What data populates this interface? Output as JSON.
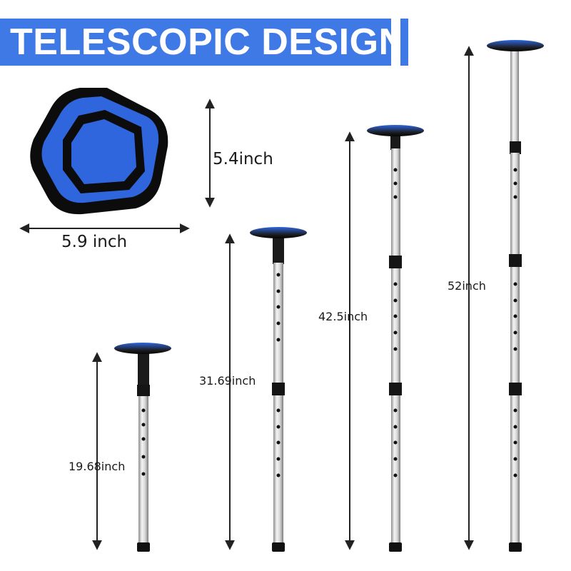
{
  "banner": {
    "title": "TELESCOPIC DESIGN"
  },
  "pad": {
    "width_label": "5.9 inch",
    "height_label": "5.4inch"
  },
  "poles": [
    {
      "label": "19.68inch"
    },
    {
      "label": "31.69inch"
    },
    {
      "label": "42.5inch"
    },
    {
      "label": "52inch"
    }
  ],
  "colors": {
    "accent": "#3f79e6",
    "pad_blue": "#2f66de",
    "pad_black": "#0c0c0c",
    "pole_silver": "#d9d9d9"
  }
}
